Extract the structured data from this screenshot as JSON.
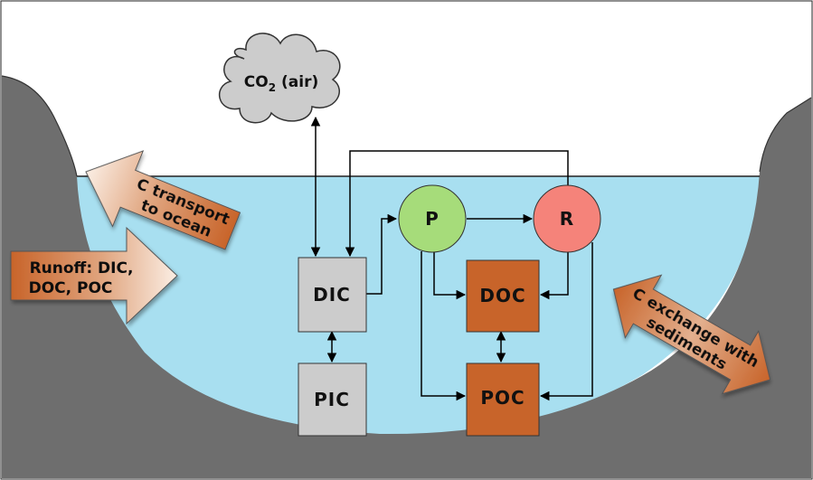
{
  "diagram": {
    "cloud": {
      "label_main": "CO",
      "label_sub": "2",
      "label_rest": " (air)"
    },
    "nodes": {
      "dic": "DIC",
      "pic": "PIC",
      "doc": "DOC",
      "poc": "POC",
      "p": "P",
      "r": "R"
    },
    "arrows": {
      "transport": [
        "C transport",
        "to ocean"
      ],
      "runoff": [
        "Runoff: DIC,",
        "DOC, POC"
      ],
      "exchange": [
        "C exchange with",
        "sediments"
      ]
    },
    "colors": {
      "water": "#a8dff0",
      "rock": "#6e6e6e",
      "cloud": "#cccccc",
      "inorganic_box": "#cccccc",
      "organic_box": "#c8642a",
      "producer": "#a6dc7a",
      "respirer": "#f5837a",
      "big_arrow_dark": "#c8642a",
      "big_arrow_light": "#fbeee4"
    }
  }
}
